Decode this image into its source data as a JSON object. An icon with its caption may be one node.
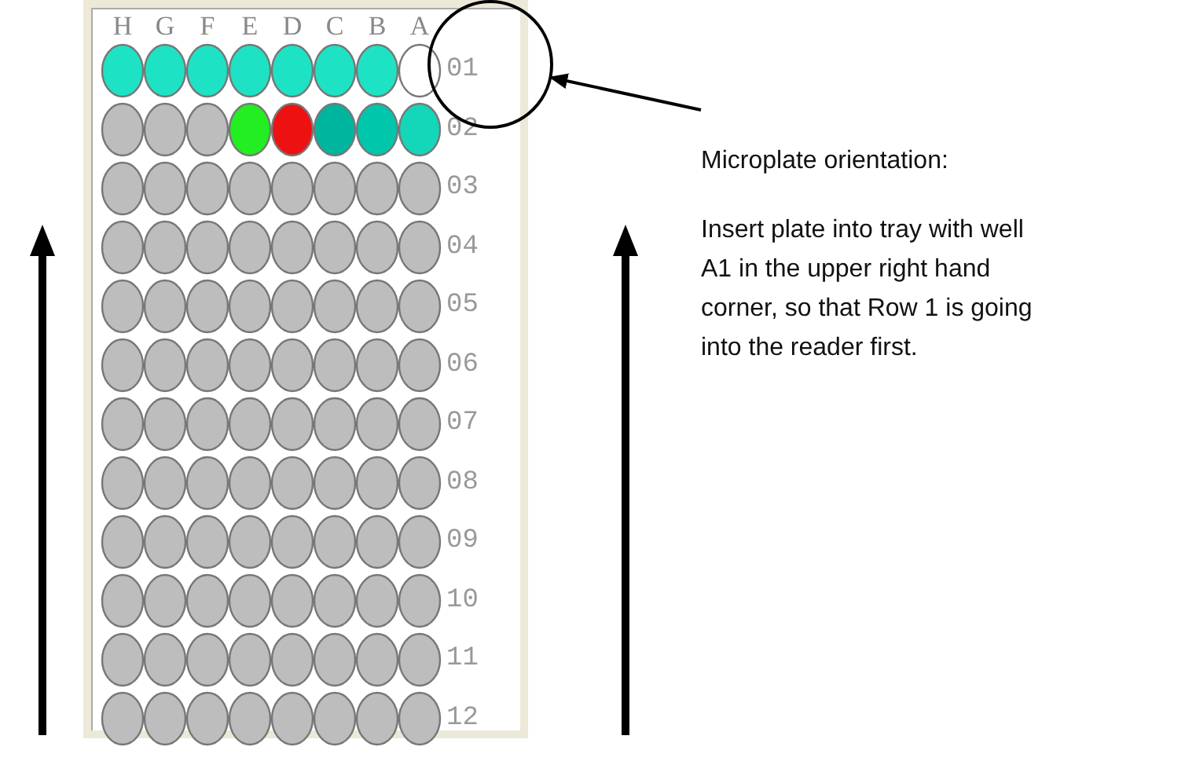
{
  "diagram": {
    "nodes": [
      {
        "text": [],
        "shape": "circle"
      },
      {
        "text": [
          "Microplate orientation:",
          "Insert plate into tray with well A1 in the upper right hand corner, so that Row 1 is going into the reader first."
        ]
      }
    ],
    "edges": [
      {
        "from": 1,
        "to": 0,
        "arrow": "to"
      }
    ],
    "labels": [
      "H",
      "G",
      "F",
      "E",
      "D",
      "C",
      "B",
      "A",
      "01",
      "02",
      "03",
      "04",
      "05",
      "06",
      "07",
      "08",
      "09",
      "10",
      "11",
      "12"
    ]
  }
}
